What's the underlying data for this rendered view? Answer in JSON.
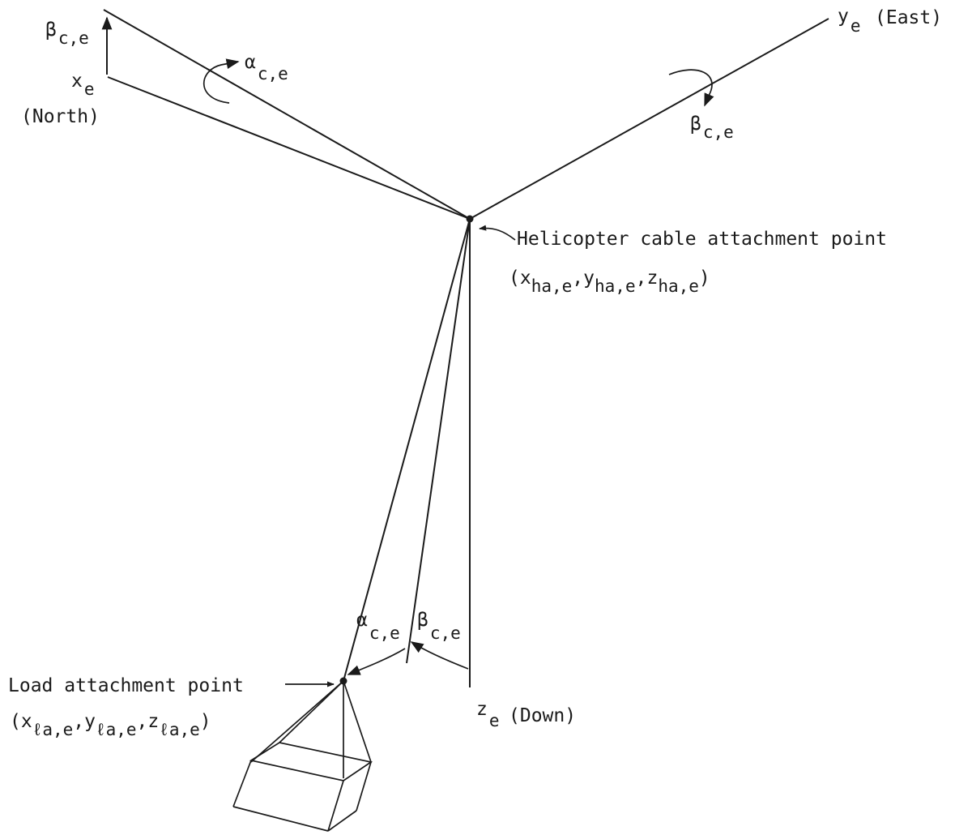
{
  "axes": {
    "x": {
      "base": "x",
      "sub": "e",
      "dir": "(North)"
    },
    "y": {
      "base": "y",
      "sub": "e",
      "dir": "(East)"
    },
    "z": {
      "base": "z",
      "sub": "e",
      "dir": "(Down)"
    }
  },
  "angles": {
    "alpha": {
      "sym": "α",
      "sub": "c,e"
    },
    "beta": {
      "sym": "β",
      "sub": "c,e"
    }
  },
  "heli": {
    "label": "Helicopter cable attachment point",
    "coord": {
      "open": "(",
      "x": "x",
      "xs": "ha,e",
      "comma1": ",",
      "y": "y",
      "ys": "ha,e",
      "comma2": ",",
      "z": "z",
      "zs": "ha,e",
      "close": ")"
    }
  },
  "load": {
    "label": "Load attachment point",
    "coord": {
      "open": "(",
      "x": "x",
      "xs": "ℓa,e",
      "comma1": ",",
      "y": "y",
      "ys": "ℓa,e",
      "comma2": ",",
      "z": "z",
      "zs": "ℓa,e",
      "close": ")"
    }
  }
}
